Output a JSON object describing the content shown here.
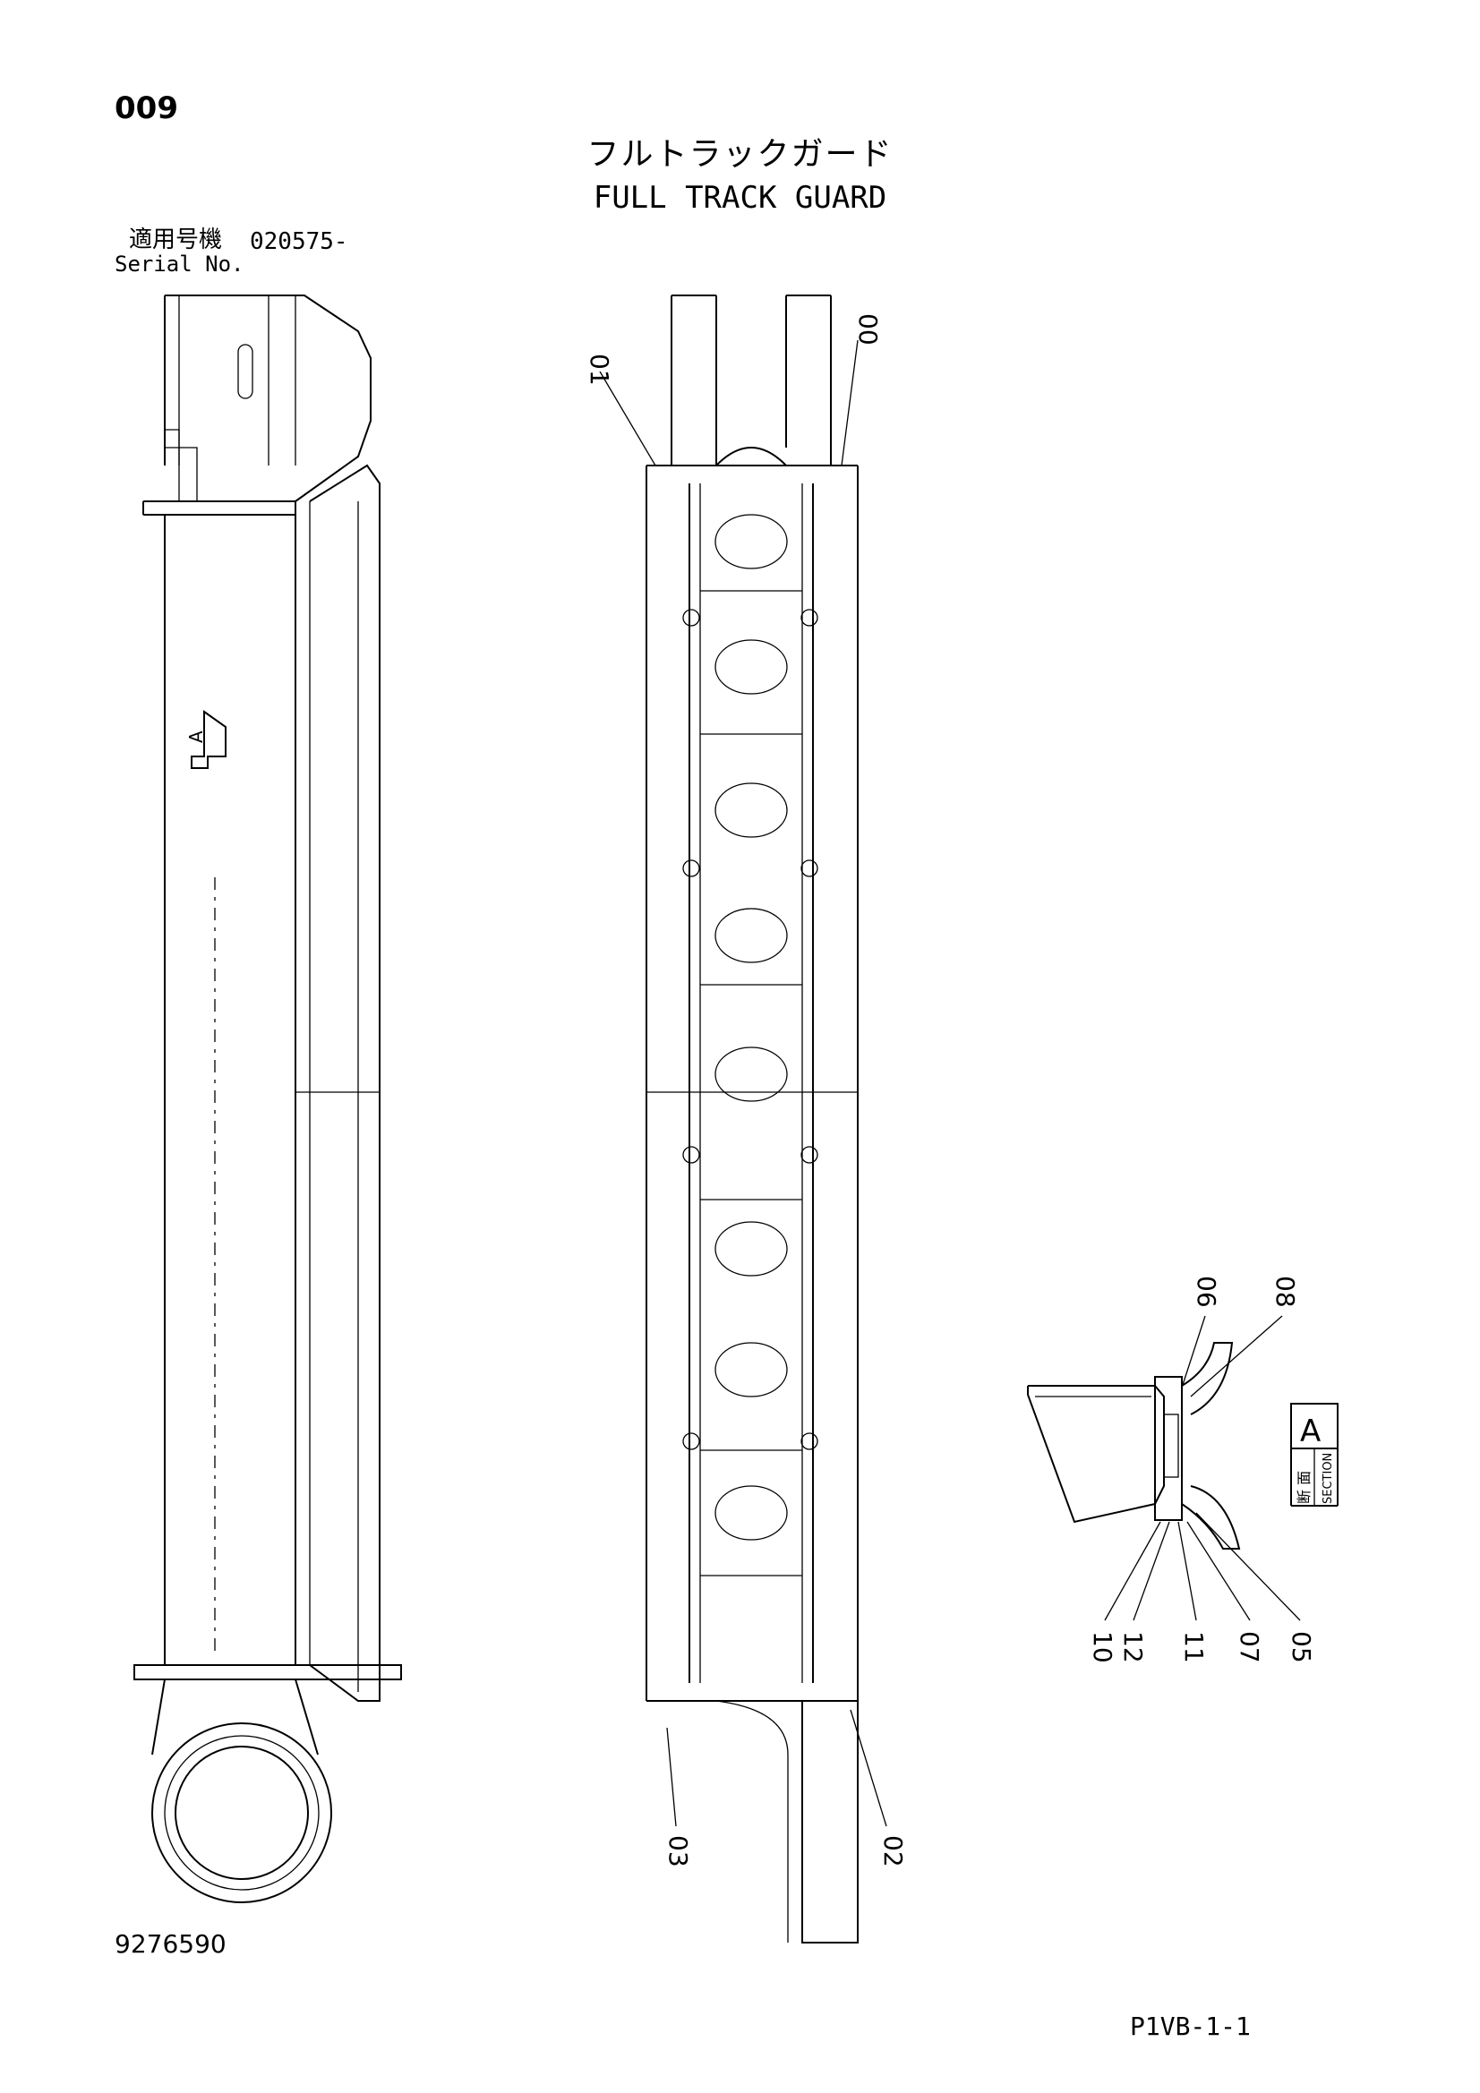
{
  "header": {
    "page_number": "009",
    "title_jp": "フルトラックガード",
    "title_en": "FULL TRACK GUARD",
    "serial_label_jp": "適用号機",
    "serial_value": "020575-",
    "serial_label_en": "Serial No."
  },
  "footer": {
    "drawing_number": "9276590",
    "page_code": "P1VB-1-1"
  },
  "side_view": {
    "arrow_label": "A"
  },
  "callouts": {
    "c00": "00",
    "c01": "01",
    "c02": "02",
    "c03": "03",
    "c05": "05",
    "c06": "06",
    "c07": "07",
    "c08": "08",
    "c10": "10",
    "c11": "11",
    "c12": "12"
  },
  "section": {
    "label_jp": "断 面",
    "label_en": "SECTION",
    "letter": "A"
  }
}
